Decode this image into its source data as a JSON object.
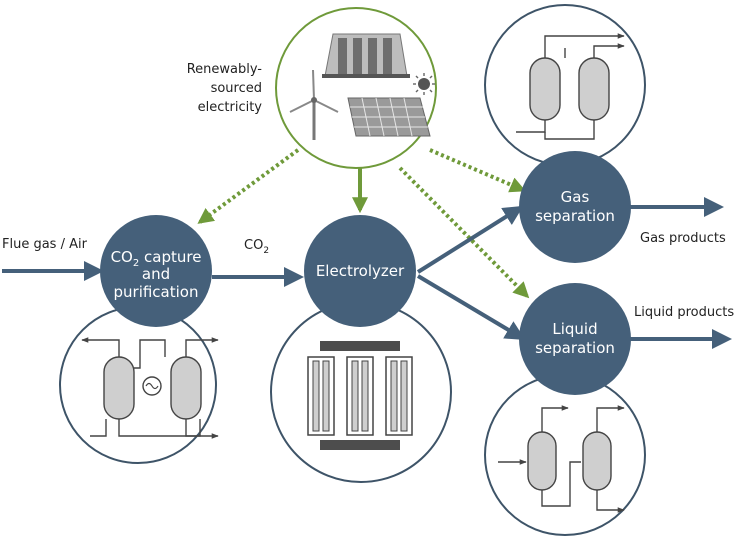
{
  "colors": {
    "node_fill": "#45607a",
    "arrow": "#45607a",
    "renewable": "#6f9a3a",
    "outline": "#3e5468",
    "equipment": "#cfcfcf",
    "text": "#222222"
  },
  "labels": {
    "renewable_line1": "Renewably-",
    "renewable_line2": "sourced",
    "renewable_line3": "electricity",
    "flue_gas": "Flue gas / Air",
    "co2_flow_main": "CO",
    "co2_flow_sub": "2",
    "gas_products": "Gas products",
    "liquid_products": "Liquid products"
  },
  "nodes": {
    "capture_line1_main": "CO",
    "capture_line1_sub": "2",
    "capture_line1_rest": " capture",
    "capture_line2": "and",
    "capture_line3": "purification",
    "electrolyzer": "Electrolyzer",
    "gas_sep_line1": "Gas",
    "gas_sep_line2": "separation",
    "liq_sep_line1": "Liquid",
    "liq_sep_line2": "separation"
  },
  "icons": {
    "renewable_sources": [
      "hydroelectric-dam-icon",
      "wind-turbine-icon",
      "sun-icon",
      "solar-panel-icon"
    ],
    "equipment": [
      "absorber-column-icon",
      "heat-exchanger-icon",
      "electrolyzer-stack-icon",
      "separation-column-icon"
    ]
  }
}
